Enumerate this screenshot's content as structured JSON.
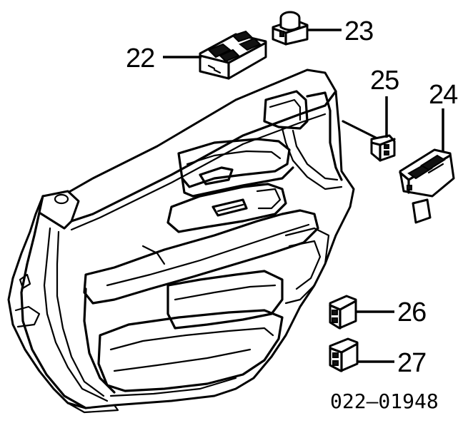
{
  "callouts": {
    "c22": "22",
    "c23": "23",
    "c24": "24",
    "c25": "25",
    "c26": "26",
    "c27": "27"
  },
  "diagram_ref": "022–01948"
}
